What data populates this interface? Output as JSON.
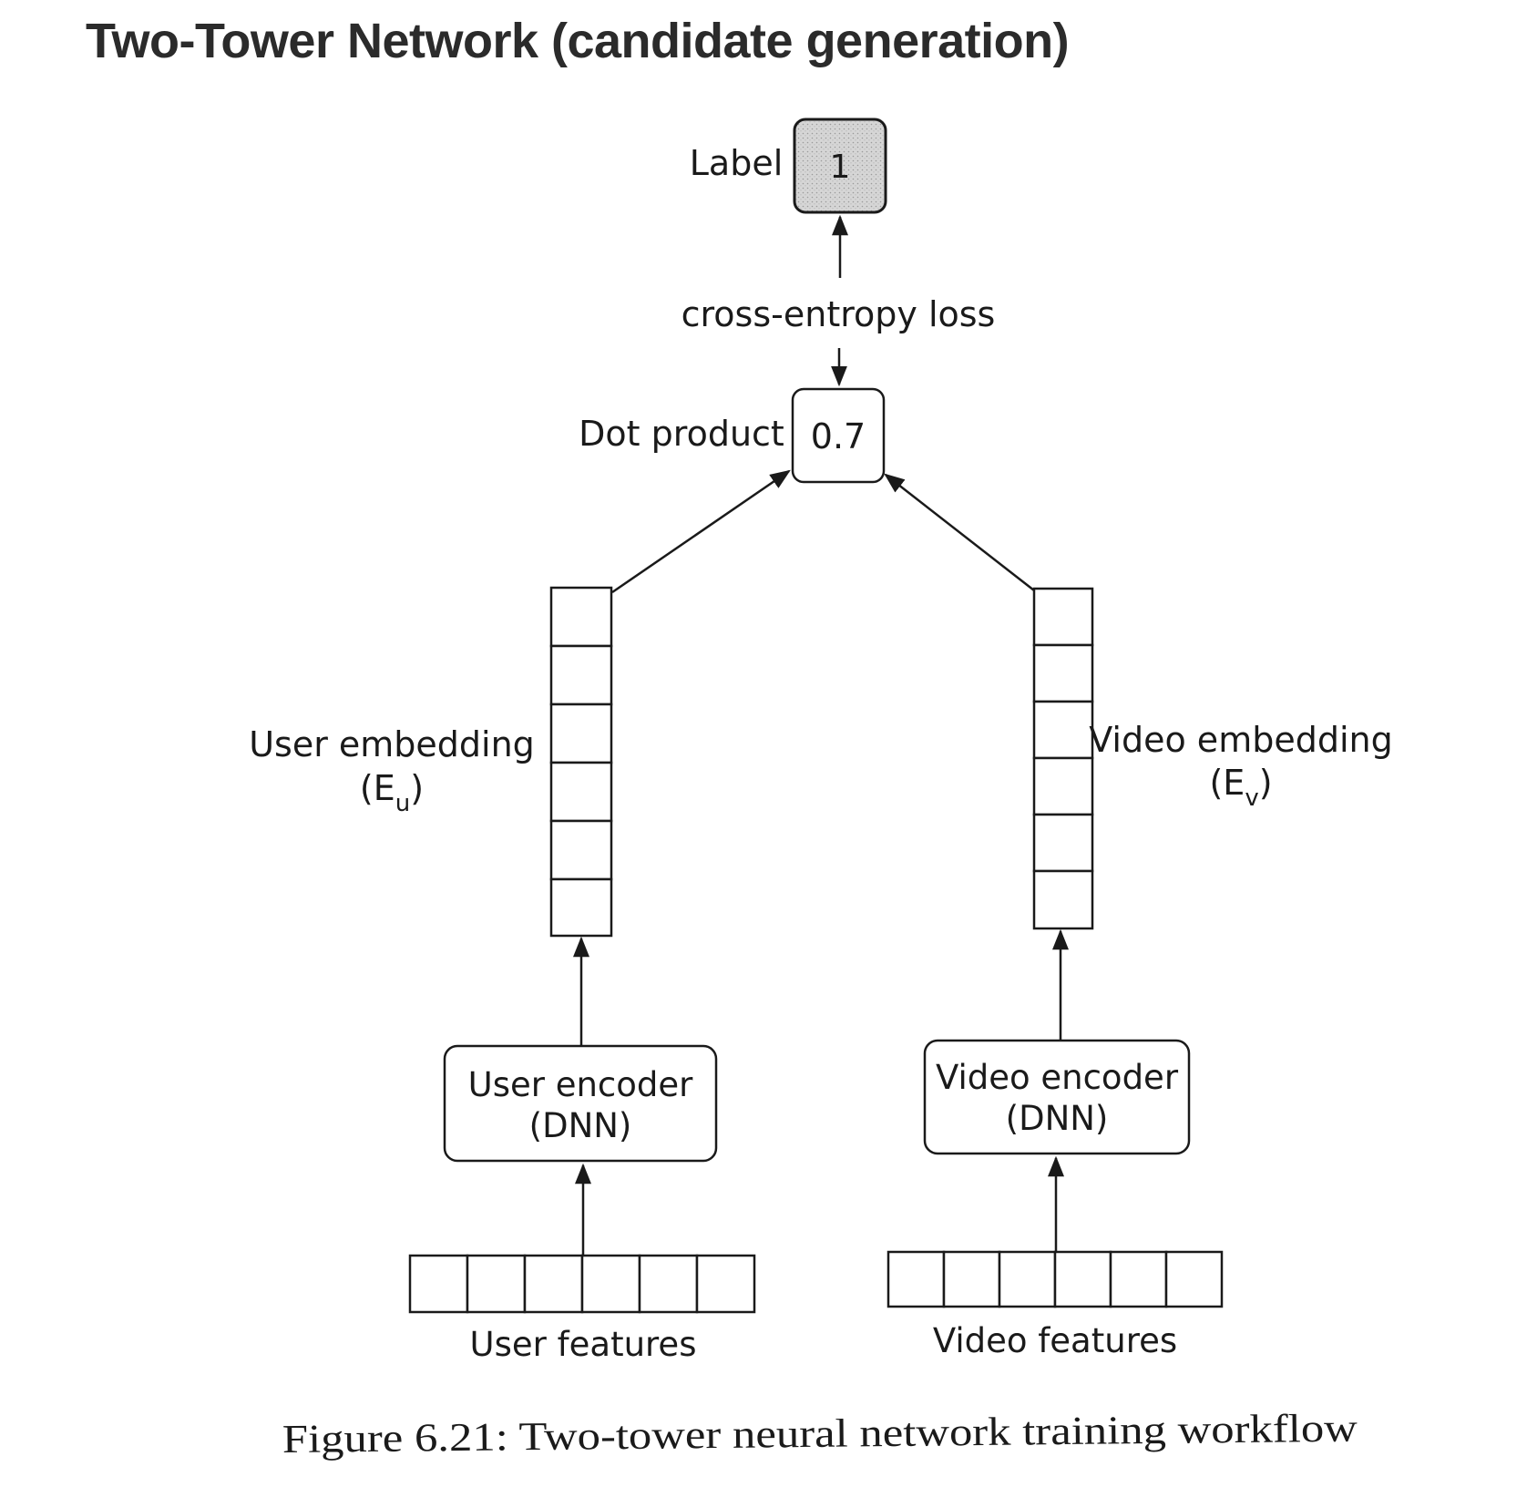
{
  "heading": "Two-Tower Network (candidate generation)",
  "diagram": {
    "label": {
      "text": "Label",
      "value": "1"
    },
    "loss": "cross-entropy loss",
    "dot_product": {
      "text": "Dot product",
      "value": "0.7"
    },
    "user_embedding": {
      "line1": "User embedding",
      "symbol": "(E",
      "subscript": "u",
      "close": ")"
    },
    "video_embedding": {
      "line1": "Video embedding",
      "symbol": "(E",
      "subscript": "v",
      "close": ")"
    },
    "user_encoder": {
      "line1": "User encoder",
      "line2": "(DNN)"
    },
    "video_encoder": {
      "line1": "Video encoder",
      "line2": "(DNN)"
    },
    "user_features": "User features",
    "video_features": "Video features",
    "caption": "Figure 6.21: Two-tower neural network training workflow"
  },
  "colors": {
    "ink": "#1a1a1a",
    "heading": "#2b2b2b",
    "label_fill": "#d0d0d0"
  }
}
